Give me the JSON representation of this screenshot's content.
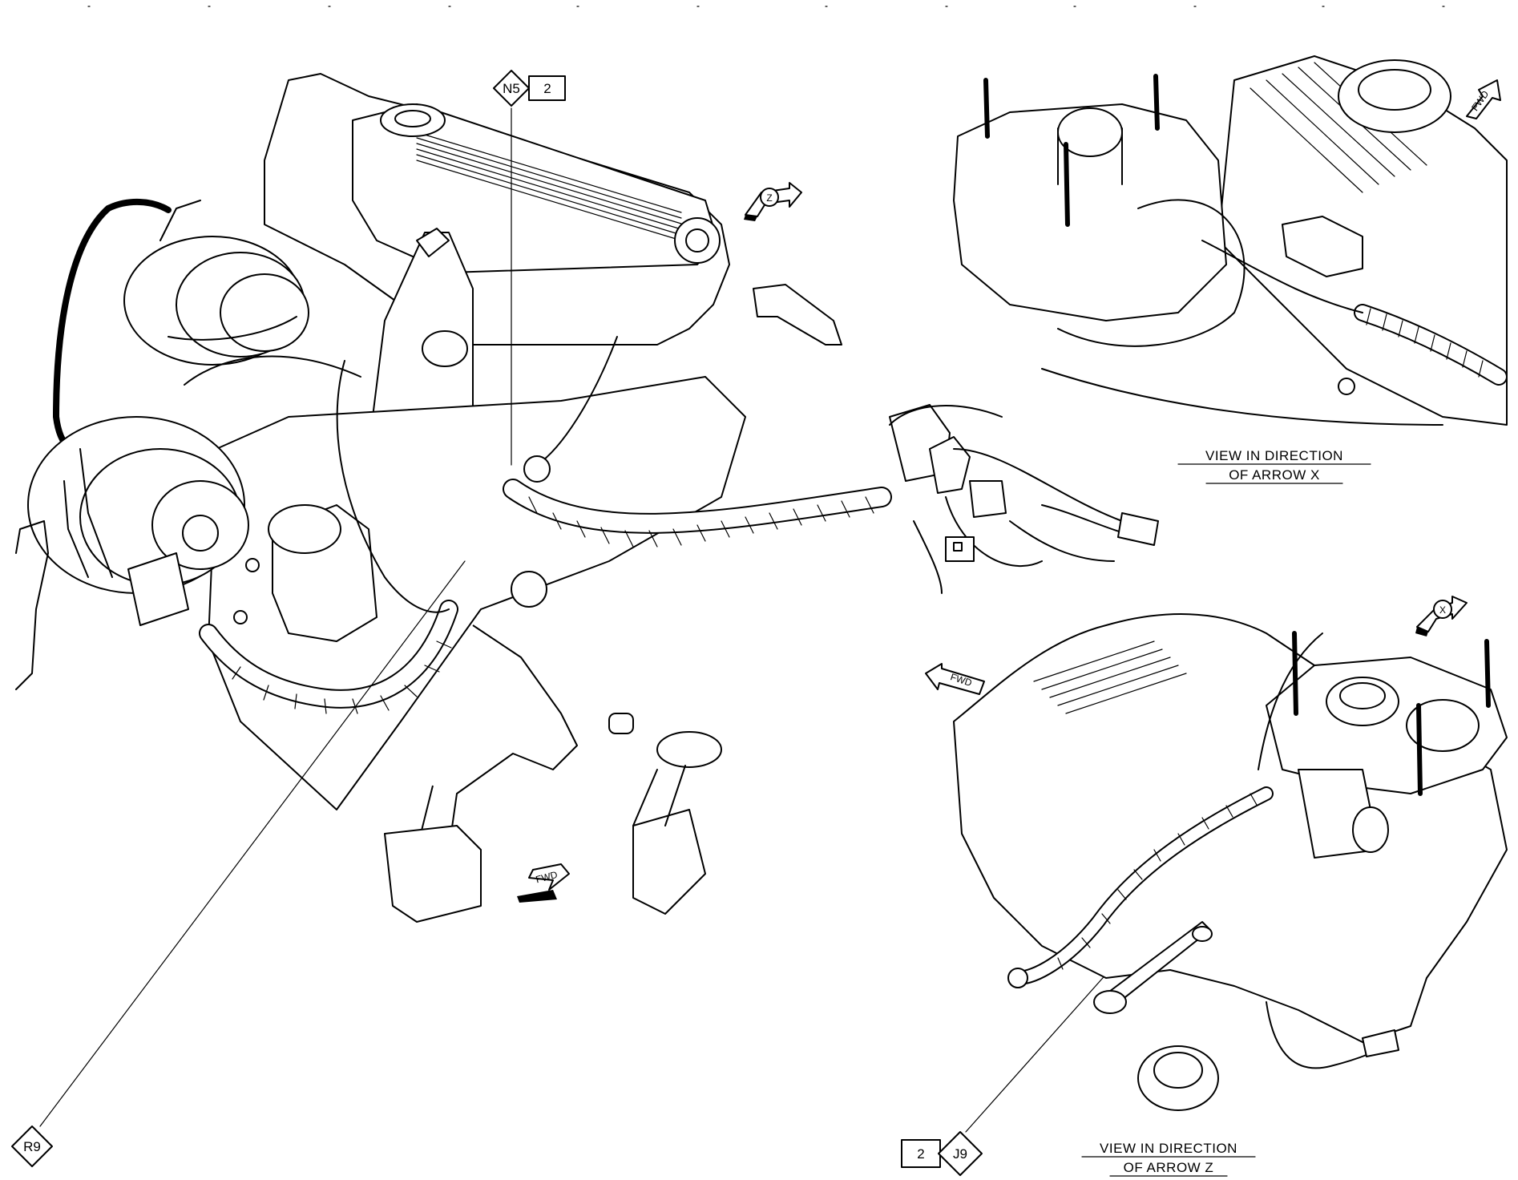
{
  "callouts": {
    "n5": {
      "code": "N5",
      "page": "2"
    },
    "r9": {
      "code": "R9"
    },
    "j9": {
      "code": "J9",
      "page": "2"
    }
  },
  "direction_markers": {
    "arrow_z": "Z",
    "arrow_x": "X",
    "fwd": "FWD"
  },
  "views": {
    "x_caption": {
      "line1": "VIEW IN DIRECTION",
      "line2": "OF ARROW X"
    },
    "z_caption": {
      "line1": "VIEW IN DIRECTION",
      "line2": "OF ARROW Z"
    }
  }
}
